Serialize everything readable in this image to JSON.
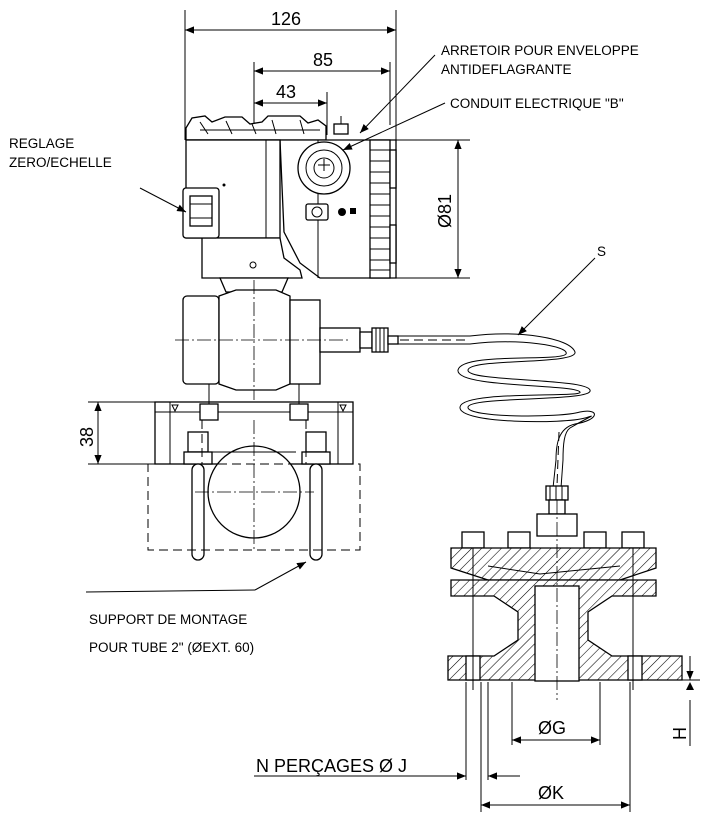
{
  "dimensions": {
    "width_overall": "126",
    "width_mid": "85",
    "width_small": "43",
    "diameter_head": "Ø81",
    "height_bracket": "38",
    "diameter_g": "ØG",
    "diameter_k": "ØK",
    "height_h": "H"
  },
  "labels": {
    "arretoir_line1": "ARRETOIR POUR ENVELOPPE",
    "arretoir_line2": "ANTIDEFLAGRANTE",
    "conduit": "CONDUIT ELECTRIQUE \"B\"",
    "reglage_line1": "REGLAGE",
    "reglage_line2": "ZERO/ECHELLE",
    "capillary": "S",
    "support_line1": "SUPPORT DE MONTAGE",
    "support_line2": "POUR TUBE 2\" (ØEXT. 60)",
    "percages": "N PERÇAGES Ø J"
  }
}
